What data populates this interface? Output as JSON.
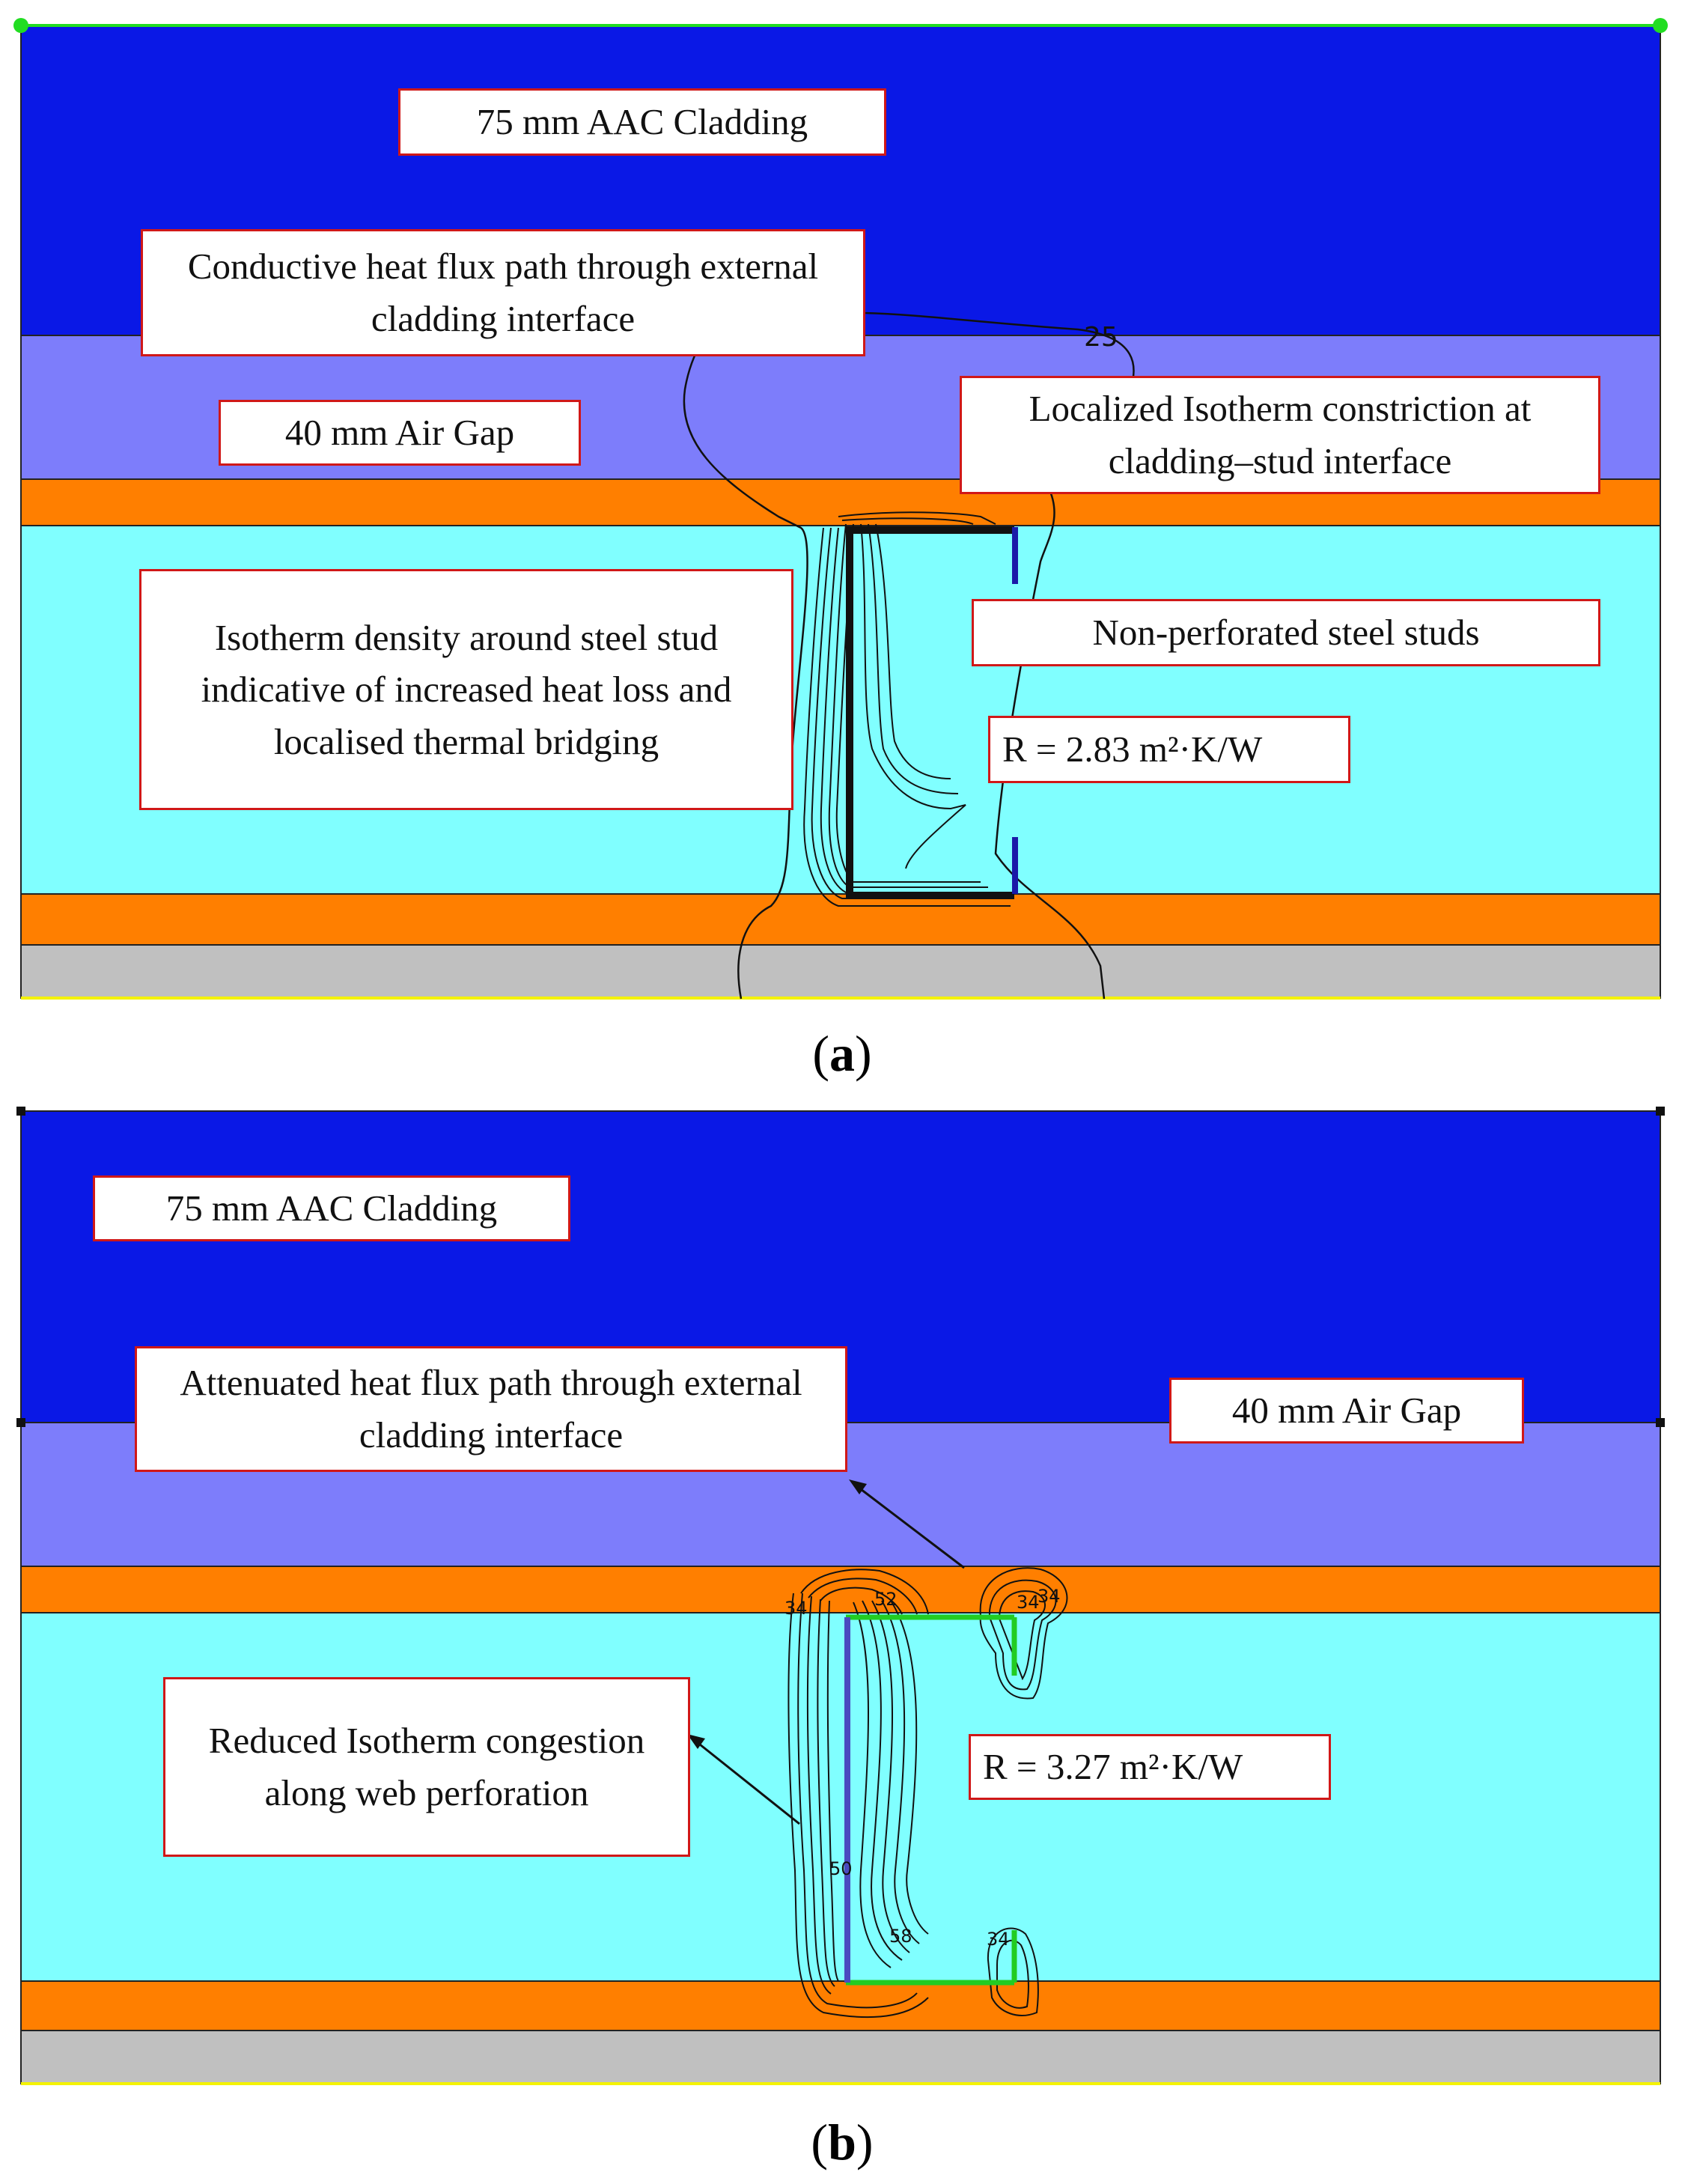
{
  "colors": {
    "aac_cladding": "#0a18e6",
    "air_gap": "#7d7dfb",
    "sheathing": "#ff7f00",
    "insulation_cavity": "#80ffff",
    "lining": "#c0c0c0",
    "label_border": "#d01818",
    "steel_stud_a": "#1a1aa8",
    "steel_stud_b": "#22cc22"
  },
  "panel_a": {
    "caption_letter": "a",
    "labels": {
      "cladding": "75 mm AAC Cladding",
      "heat_flux": "Conductive heat flux path through external cladding interface",
      "air_gap": "40 mm Air Gap",
      "isotherm_constriction": "Localized Isotherm constriction at cladding–stud interface",
      "isotherm_density": "Isotherm density around steel stud indicative of increased heat loss and localised thermal bridging",
      "studs": "Non-perforated steel studs",
      "r_value": "R = 2.83 m²·K/W"
    },
    "contour_value": "25"
  },
  "panel_b": {
    "caption_letter": "b",
    "labels": {
      "cladding": "75 mm AAC Cladding",
      "heat_flux": "Attenuated heat flux path through external cladding interface",
      "air_gap": "40 mm Air Gap",
      "isotherm_congestion": "Reduced Isotherm congestion along web perforation",
      "r_value": "R = 3.27 m²·K/W"
    },
    "contour_values": [
      "34",
      "52",
      "34",
      "34",
      "58",
      "50",
      "34"
    ]
  }
}
